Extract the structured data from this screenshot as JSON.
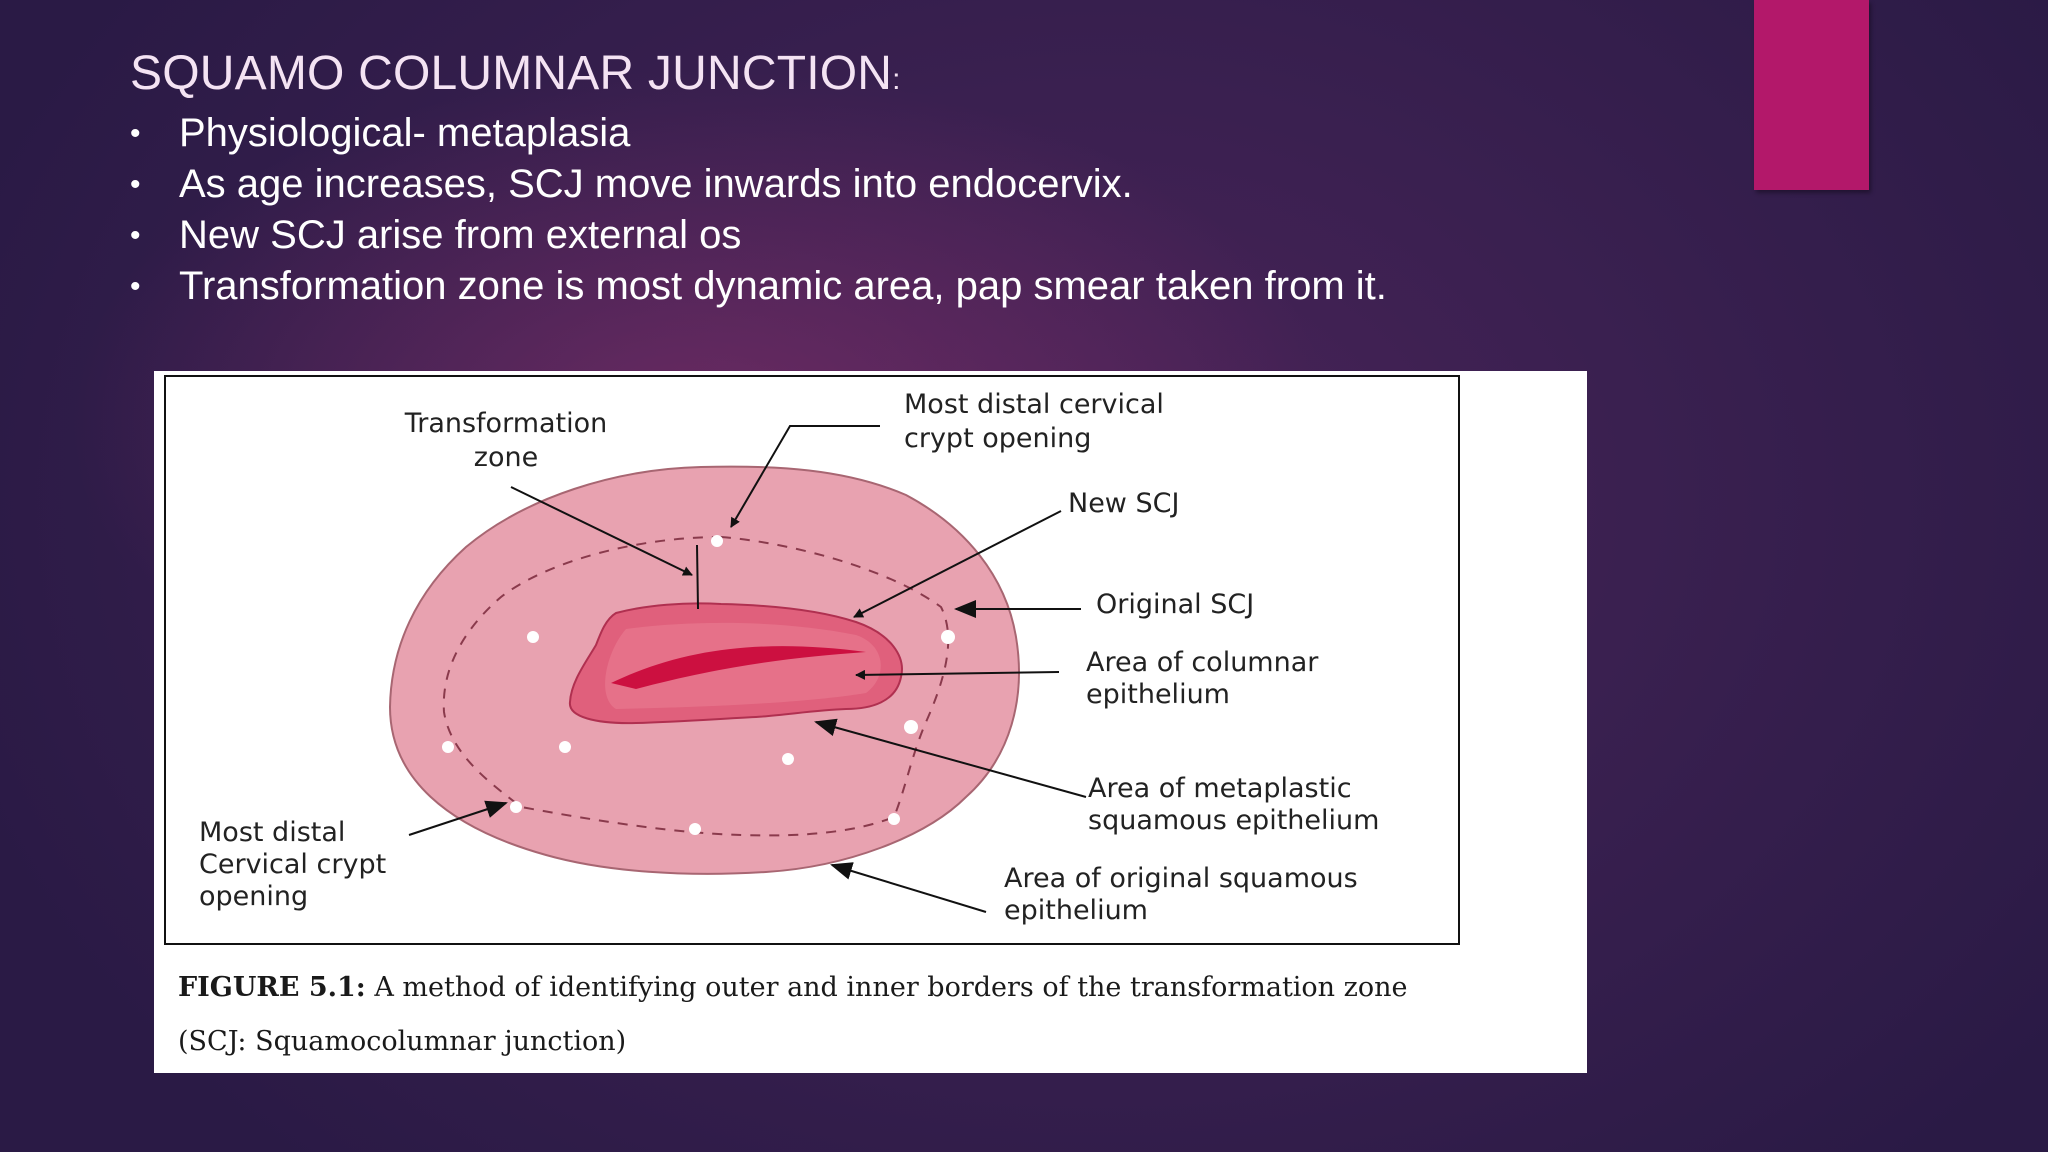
{
  "slide": {
    "title": "SQUAMO COLUMNAR JUNCTION",
    "title_suffix": ":",
    "bullet_glyph": "•",
    "bullets": [
      "Physiological- metaplasia",
      "As age increases, SCJ move inwards into endocervix.",
      "New SCJ arise from external os",
      "Transformation zone is most dynamic area, pap smear taken from it."
    ]
  },
  "figure": {
    "labels": {
      "transformation_zone_1": "Transformation",
      "transformation_zone_2": "zone",
      "most_distal_opening_1": "Most distal cervical",
      "most_distal_opening_2": "crypt opening",
      "new_scj": "New SCJ",
      "original_scj": "Original SCJ",
      "columnar_1": "Area of columnar",
      "columnar_2": "epithelium",
      "metaplastic_1": "Area of metaplastic",
      "metaplastic_2": "squamous epithelium",
      "original_squamous_1": "Area of original squamous",
      "original_squamous_2": "epithelium",
      "left_distal_1": "Most distal",
      "left_distal_2": "Cervical crypt",
      "left_distal_3": "opening"
    },
    "caption_bold": "FIGURE 5.1:",
    "caption_line1": " A method of identifying outer and inner borders of the transformation zone",
    "caption_line2": "(SCJ: Squamocolumnar junction)"
  },
  "colors": {
    "accent_bar": "#b3186a",
    "cervix_fill": "#e8a2b0",
    "os_fill": "#e0607c",
    "os_slit": "#cc1040"
  }
}
